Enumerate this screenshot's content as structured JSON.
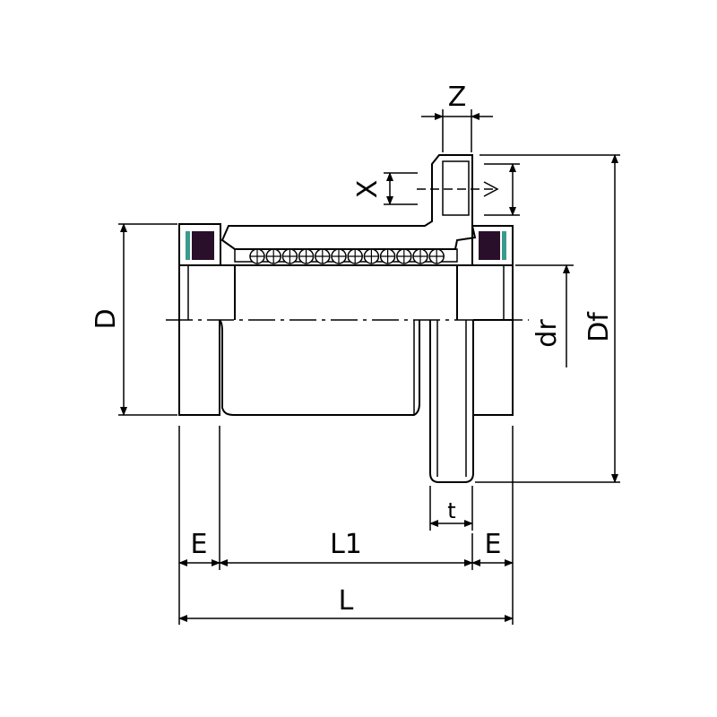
{
  "drawing": {
    "title": "Flanged linear bushing dimension drawing",
    "labels": {
      "Z": "Z",
      "X": "X",
      "D": "D",
      "dr": "dr",
      "Df": "Df",
      "t": "t",
      "E_left": "E",
      "L1": "L1",
      "E_right": "E",
      "L": "L"
    },
    "colors": {
      "housing": "#b9b9b9",
      "seal": "#2a0f2a",
      "seal_ring": "#3a9a8c",
      "retainer": "#c4cde8",
      "outline": "#000000"
    }
  }
}
